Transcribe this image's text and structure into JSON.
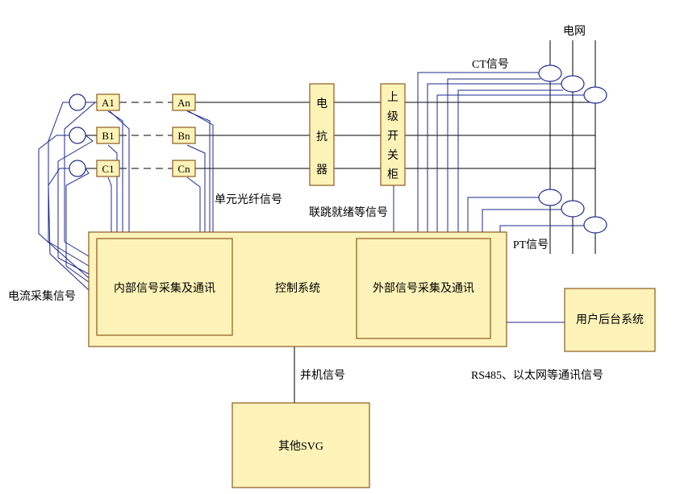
{
  "labels": {
    "grid": "电网",
    "ct_signal": "CT信号",
    "pt_signal": "PT信号",
    "unit_fiber_signal": "单元光纤信号",
    "linkage_signal": "联跳就绪等信号",
    "current_sampling_signal": "电流采集信号",
    "parallel_signal": "并机信号",
    "rs485_signal": "RS485、以太网等通讯信号"
  },
  "modules": {
    "a1": "A1",
    "b1": "B1",
    "c1": "C1",
    "an": "An",
    "bn": "Bn",
    "cn": "Cn"
  },
  "reactor": [
    "电",
    "抗",
    "器"
  ],
  "switchgear": [
    "上",
    "级",
    "开",
    "关",
    "柜"
  ],
  "blocks": {
    "control_system": "控制系统",
    "internal_comm": "内部信号采集及通讯",
    "external_comm": "外部信号采集及通讯",
    "user_backend": "用户后台系统",
    "other_svg": "其他SVG"
  },
  "colors": {
    "box_fill": "#fdf3b8",
    "box_border": "#8a5a1e",
    "signal_wire": "#1c2a8c",
    "power_wire": "#000000"
  }
}
